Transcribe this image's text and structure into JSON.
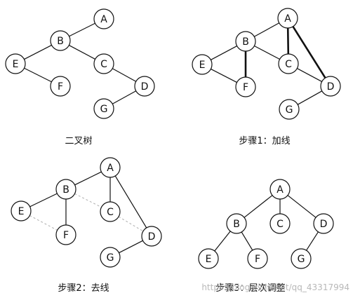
{
  "panels": [
    {
      "id": "p1",
      "caption": "二叉树",
      "nodes": [
        "A",
        "B",
        "C",
        "D",
        "E",
        "F",
        "G"
      ],
      "edges": [
        {
          "from": "A",
          "to": "B",
          "style": "normal"
        },
        {
          "from": "B",
          "to": "E",
          "style": "normal"
        },
        {
          "from": "B",
          "to": "C",
          "style": "normal"
        },
        {
          "from": "E",
          "to": "F",
          "style": "normal"
        },
        {
          "from": "C",
          "to": "D",
          "style": "normal"
        },
        {
          "from": "D",
          "to": "G",
          "style": "normal"
        }
      ]
    },
    {
      "id": "p2",
      "caption": "步骤1：加线",
      "nodes": [
        "A",
        "B",
        "C",
        "D",
        "E",
        "F",
        "G"
      ],
      "edges": [
        {
          "from": "A",
          "to": "B",
          "style": "normal"
        },
        {
          "from": "B",
          "to": "E",
          "style": "normal"
        },
        {
          "from": "B",
          "to": "C",
          "style": "normal"
        },
        {
          "from": "E",
          "to": "F",
          "style": "normal"
        },
        {
          "from": "C",
          "to": "D",
          "style": "normal"
        },
        {
          "from": "D",
          "to": "G",
          "style": "normal"
        },
        {
          "from": "B",
          "to": "F",
          "style": "bold"
        },
        {
          "from": "A",
          "to": "C",
          "style": "bold"
        },
        {
          "from": "A",
          "to": "D",
          "style": "bold"
        }
      ]
    },
    {
      "id": "p3",
      "caption": "步骤2：去线",
      "nodes": [
        "A",
        "B",
        "C",
        "D",
        "E",
        "F",
        "G"
      ],
      "edges": [
        {
          "from": "A",
          "to": "B",
          "style": "normal"
        },
        {
          "from": "B",
          "to": "E",
          "style": "normal"
        },
        {
          "from": "B",
          "to": "F",
          "style": "normal"
        },
        {
          "from": "A",
          "to": "C",
          "style": "normal"
        },
        {
          "from": "A",
          "to": "D",
          "style": "normal"
        },
        {
          "from": "D",
          "to": "G",
          "style": "normal"
        },
        {
          "from": "E",
          "to": "F",
          "style": "removed"
        },
        {
          "from": "B",
          "to": "C",
          "style": "removed"
        },
        {
          "from": "C",
          "to": "D",
          "style": "removed"
        }
      ]
    },
    {
      "id": "p4",
      "caption": "步骤3：层次调整",
      "nodes": [
        "A",
        "B",
        "C",
        "D",
        "E",
        "F",
        "G"
      ],
      "edges": [
        {
          "from": "A",
          "to": "B",
          "style": "normal"
        },
        {
          "from": "A",
          "to": "C",
          "style": "normal"
        },
        {
          "from": "A",
          "to": "D",
          "style": "normal"
        },
        {
          "from": "B",
          "to": "E",
          "style": "normal"
        },
        {
          "from": "B",
          "to": "F",
          "style": "normal"
        },
        {
          "from": "D",
          "to": "G",
          "style": "normal"
        }
      ]
    }
  ],
  "watermark": "https://blog.csdn.net/qq_43317994"
}
